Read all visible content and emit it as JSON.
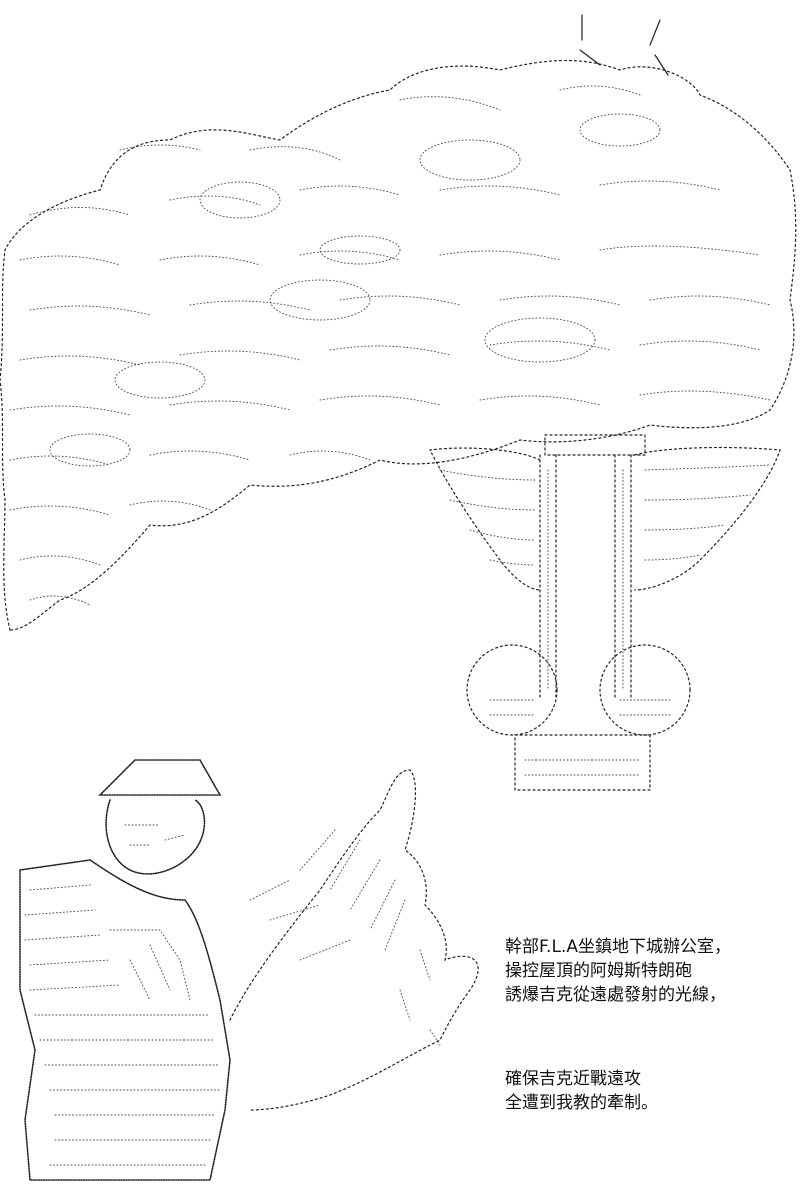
{
  "caption_block_1": {
    "lines": [
      "幹部F.L.A坐鎮地下城辦公室，",
      "操控屋頂的阿姆斯特朗砲",
      "誘爆吉克從遠處發射的光線，"
    ]
  },
  "caption_block_2": {
    "lines": [
      "確保吉克近戰遠攻",
      "全遭到我教的牽制。"
    ]
  },
  "colors": {
    "background": "#ffffff",
    "ink": "#222222"
  }
}
